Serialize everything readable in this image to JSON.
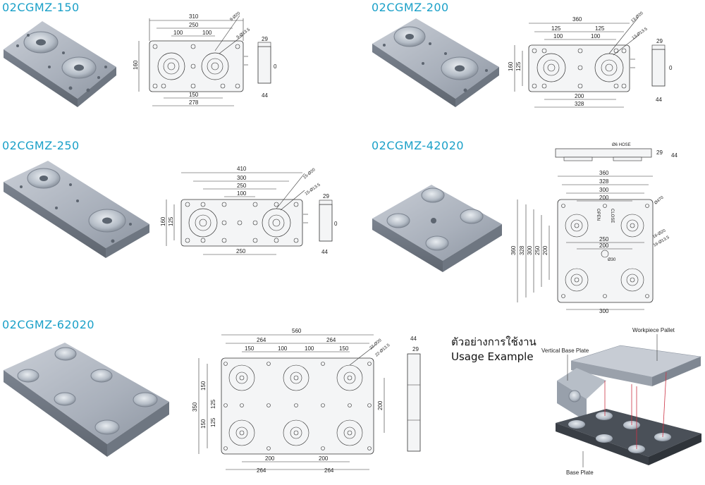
{
  "products": [
    {
      "model": "02CGMZ-150",
      "dims": {
        "w1": "310",
        "w2": "250",
        "w3": "100",
        "w4": "100",
        "b1": "150",
        "b2": "278",
        "h": "160",
        "holes1": "9-Ø20",
        "holes2": "9-Ø13.5",
        "s1": "29",
        "s2": "44",
        "zero": "0"
      }
    },
    {
      "model": "02CGMZ-200",
      "dims": {
        "w1": "360",
        "w2a": "125",
        "w2b": "125",
        "w3": "100",
        "w4": "100",
        "b1": "200",
        "b2": "328",
        "h1": "160",
        "h2": "125",
        "holes1": "13-Ø20",
        "holes2": "13-Ø13.5",
        "s1": "29",
        "s2": "44",
        "zero": "0"
      }
    },
    {
      "model": "02CGMZ-250",
      "dims": {
        "w1": "410",
        "w2": "300",
        "w3": "250",
        "w4": "100",
        "b1": "250",
        "h1": "160",
        "h2": "125",
        "holes1": "15-Ø20",
        "holes2": "15-Ø13.5",
        "s1": "29",
        "s2": "44",
        "zero": "0"
      }
    },
    {
      "model": "02CGMZ-42020",
      "dims": {
        "top1": "Ø6 HOSE",
        "s1": "29",
        "s2": "44",
        "w1": "360",
        "w2": "328",
        "w3": "300",
        "w4": "200",
        "h1": "360",
        "h2": "328",
        "h3": "300",
        "h4": "250",
        "h5": "200",
        "c1": "200",
        "c2": "250",
        "b1": "300",
        "r1": "Ø470",
        "holes1": "16-Ø20",
        "holes2": "16-Ø13.5",
        "d1": "Ø30",
        "open": "OPEN",
        "close": "CLOSE"
      }
    },
    {
      "model": "02CGMZ-62020",
      "dims": {
        "w1": "560",
        "w2a": "264",
        "w2b": "264",
        "w3a": "150",
        "w3b": "100",
        "w3c": "100",
        "w3d": "150",
        "b1a": "200",
        "b1b": "200",
        "b2a": "264",
        "b2b": "264",
        "h1": "350",
        "ha": "150",
        "hb": "125",
        "hc": "125",
        "hd": "150",
        "hr": "200",
        "holes1": "22-Ø20",
        "holes2": "22-Ø13.5",
        "s1": "44",
        "s2": "29"
      }
    }
  ],
  "usage": {
    "title_th": "ตัวอย่างการใช้งาน",
    "title_en": "Usage Example",
    "label_pallet": "Workpiece Pallet",
    "label_vertical": "Vertical Base Plate",
    "label_base": "Base Plate"
  }
}
